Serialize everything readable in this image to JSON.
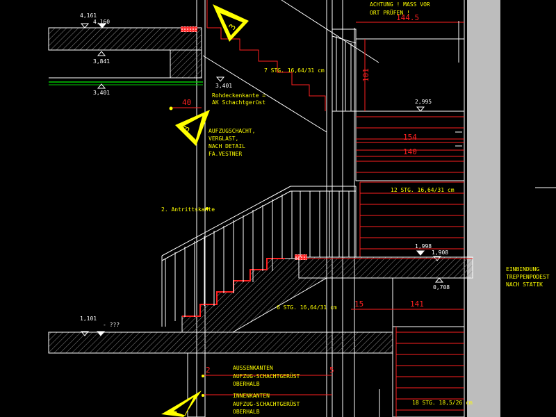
{
  "drawing": {
    "elevations": {
      "e1": "4,161",
      "e2": "4,160",
      "e3": "3,841",
      "e4": "3,401",
      "e5": "3,401",
      "e6": "2,995",
      "e7": "1,998",
      "e8": "1,908",
      "e9": "0,708",
      "e10": "1,101",
      "e11": "- ???"
    },
    "notes": {
      "achtung_1": "ACHTUNG ! MASS VOR",
      "achtung_2": "ORT PRÜFEN !",
      "rohdecke_1": "Rohdeckenkante =",
      "rohdecke_2": "AK Schachtgerüst",
      "aufzug_1": "AUFZUGSCHACHT,",
      "aufzug_2": "VERGLAST,",
      "aufzug_3": "NACH DETAIL",
      "aufzug_4": "FA.VESTNER",
      "antritt": "2. Antrittskante",
      "einbindung_1": "EINBINDUNG",
      "einbindung_2": "TREPPENPODEST",
      "einbindung_3": "NACH STATIK",
      "aussen_1": "AUSSENKANTEN",
      "aussen_2": "AUFZUG-SCHACHTGERÜST",
      "aussen_3": "OBERHALB",
      "innen_1": "INNENKANTEN",
      "innen_2": "AUFZUG-SCHACHTGERÜST",
      "innen_3": "OBERHALB"
    },
    "stairs": {
      "flight_top": "7 STG. 16,64/31 cm",
      "flight_mid": "12 STG. 16,64/31 cm",
      "flight_low": "6 STG. 16,64/31 cm",
      "flight_bottom": "18 STG. 18,5/26 cm"
    },
    "dimensions": {
      "d1": "144.5",
      "d2": "101",
      "d3": "154",
      "d4": "140",
      "d5": "40",
      "d6": "15",
      "d7": "141",
      "d8": "2",
      "d9": "5"
    },
    "section_marker": "3",
    "colors": {
      "background": "#000000",
      "linework": "#ffffff",
      "hatch": "#7a7a7a",
      "slab": "#c8c8c8",
      "red": "#ff2020",
      "yellow": "#ffff00",
      "green": "#00cc00",
      "wall": "#bdbdbd"
    }
  }
}
